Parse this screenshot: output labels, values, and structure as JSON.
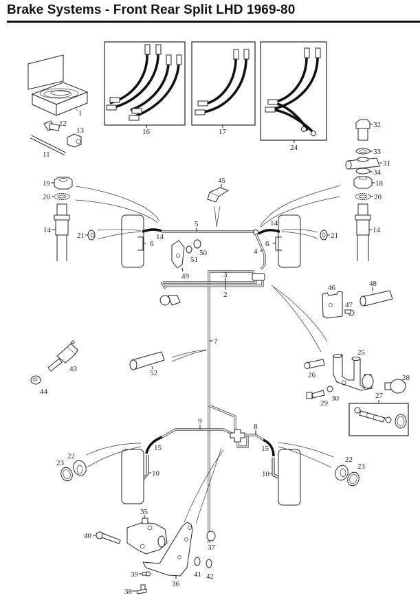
{
  "header": {
    "title": "Brake Systems - Front Rear Split LHD 1969-80"
  },
  "callouts": {
    "p1": "1",
    "p2": "2",
    "p3": "3",
    "p4": "4",
    "p5": "5",
    "p6_left": "6",
    "p6_right": "6",
    "p7": "7",
    "p8": "8",
    "p9": "9",
    "p10_left": "10",
    "p10_right": "10",
    "p11": "11",
    "p12": "12",
    "p13": "13",
    "p14_left_hose": "14",
    "p14_left_line": "14",
    "p14_right_line": "14",
    "p14_right_hose": "14",
    "p15_left": "15",
    "p15_right": "15",
    "p16": "16",
    "p17": "17",
    "p18": "18",
    "p19": "19",
    "p20_left": "20",
    "p20_right": "20",
    "p21_left": "21",
    "p21_right": "21",
    "p22_left": "22",
    "p22_right": "22",
    "p23_left": "23",
    "p23_right": "23",
    "p24": "24",
    "p25": "25",
    "p26": "26",
    "p27": "27",
    "p28": "28",
    "p29": "29",
    "p30": "30",
    "p31": "31",
    "p32": "32",
    "p33": "33",
    "p34": "34",
    "p35": "35",
    "p36": "36",
    "p37": "37",
    "p38": "38",
    "p39": "39",
    "p40": "40",
    "p41": "41",
    "p42": "42",
    "p43": "43",
    "p44": "44",
    "p45": "45",
    "p46": "46",
    "p47": "47",
    "p48": "48",
    "p49": "49",
    "p50": "50",
    "p51": "51",
    "p52": "52"
  }
}
